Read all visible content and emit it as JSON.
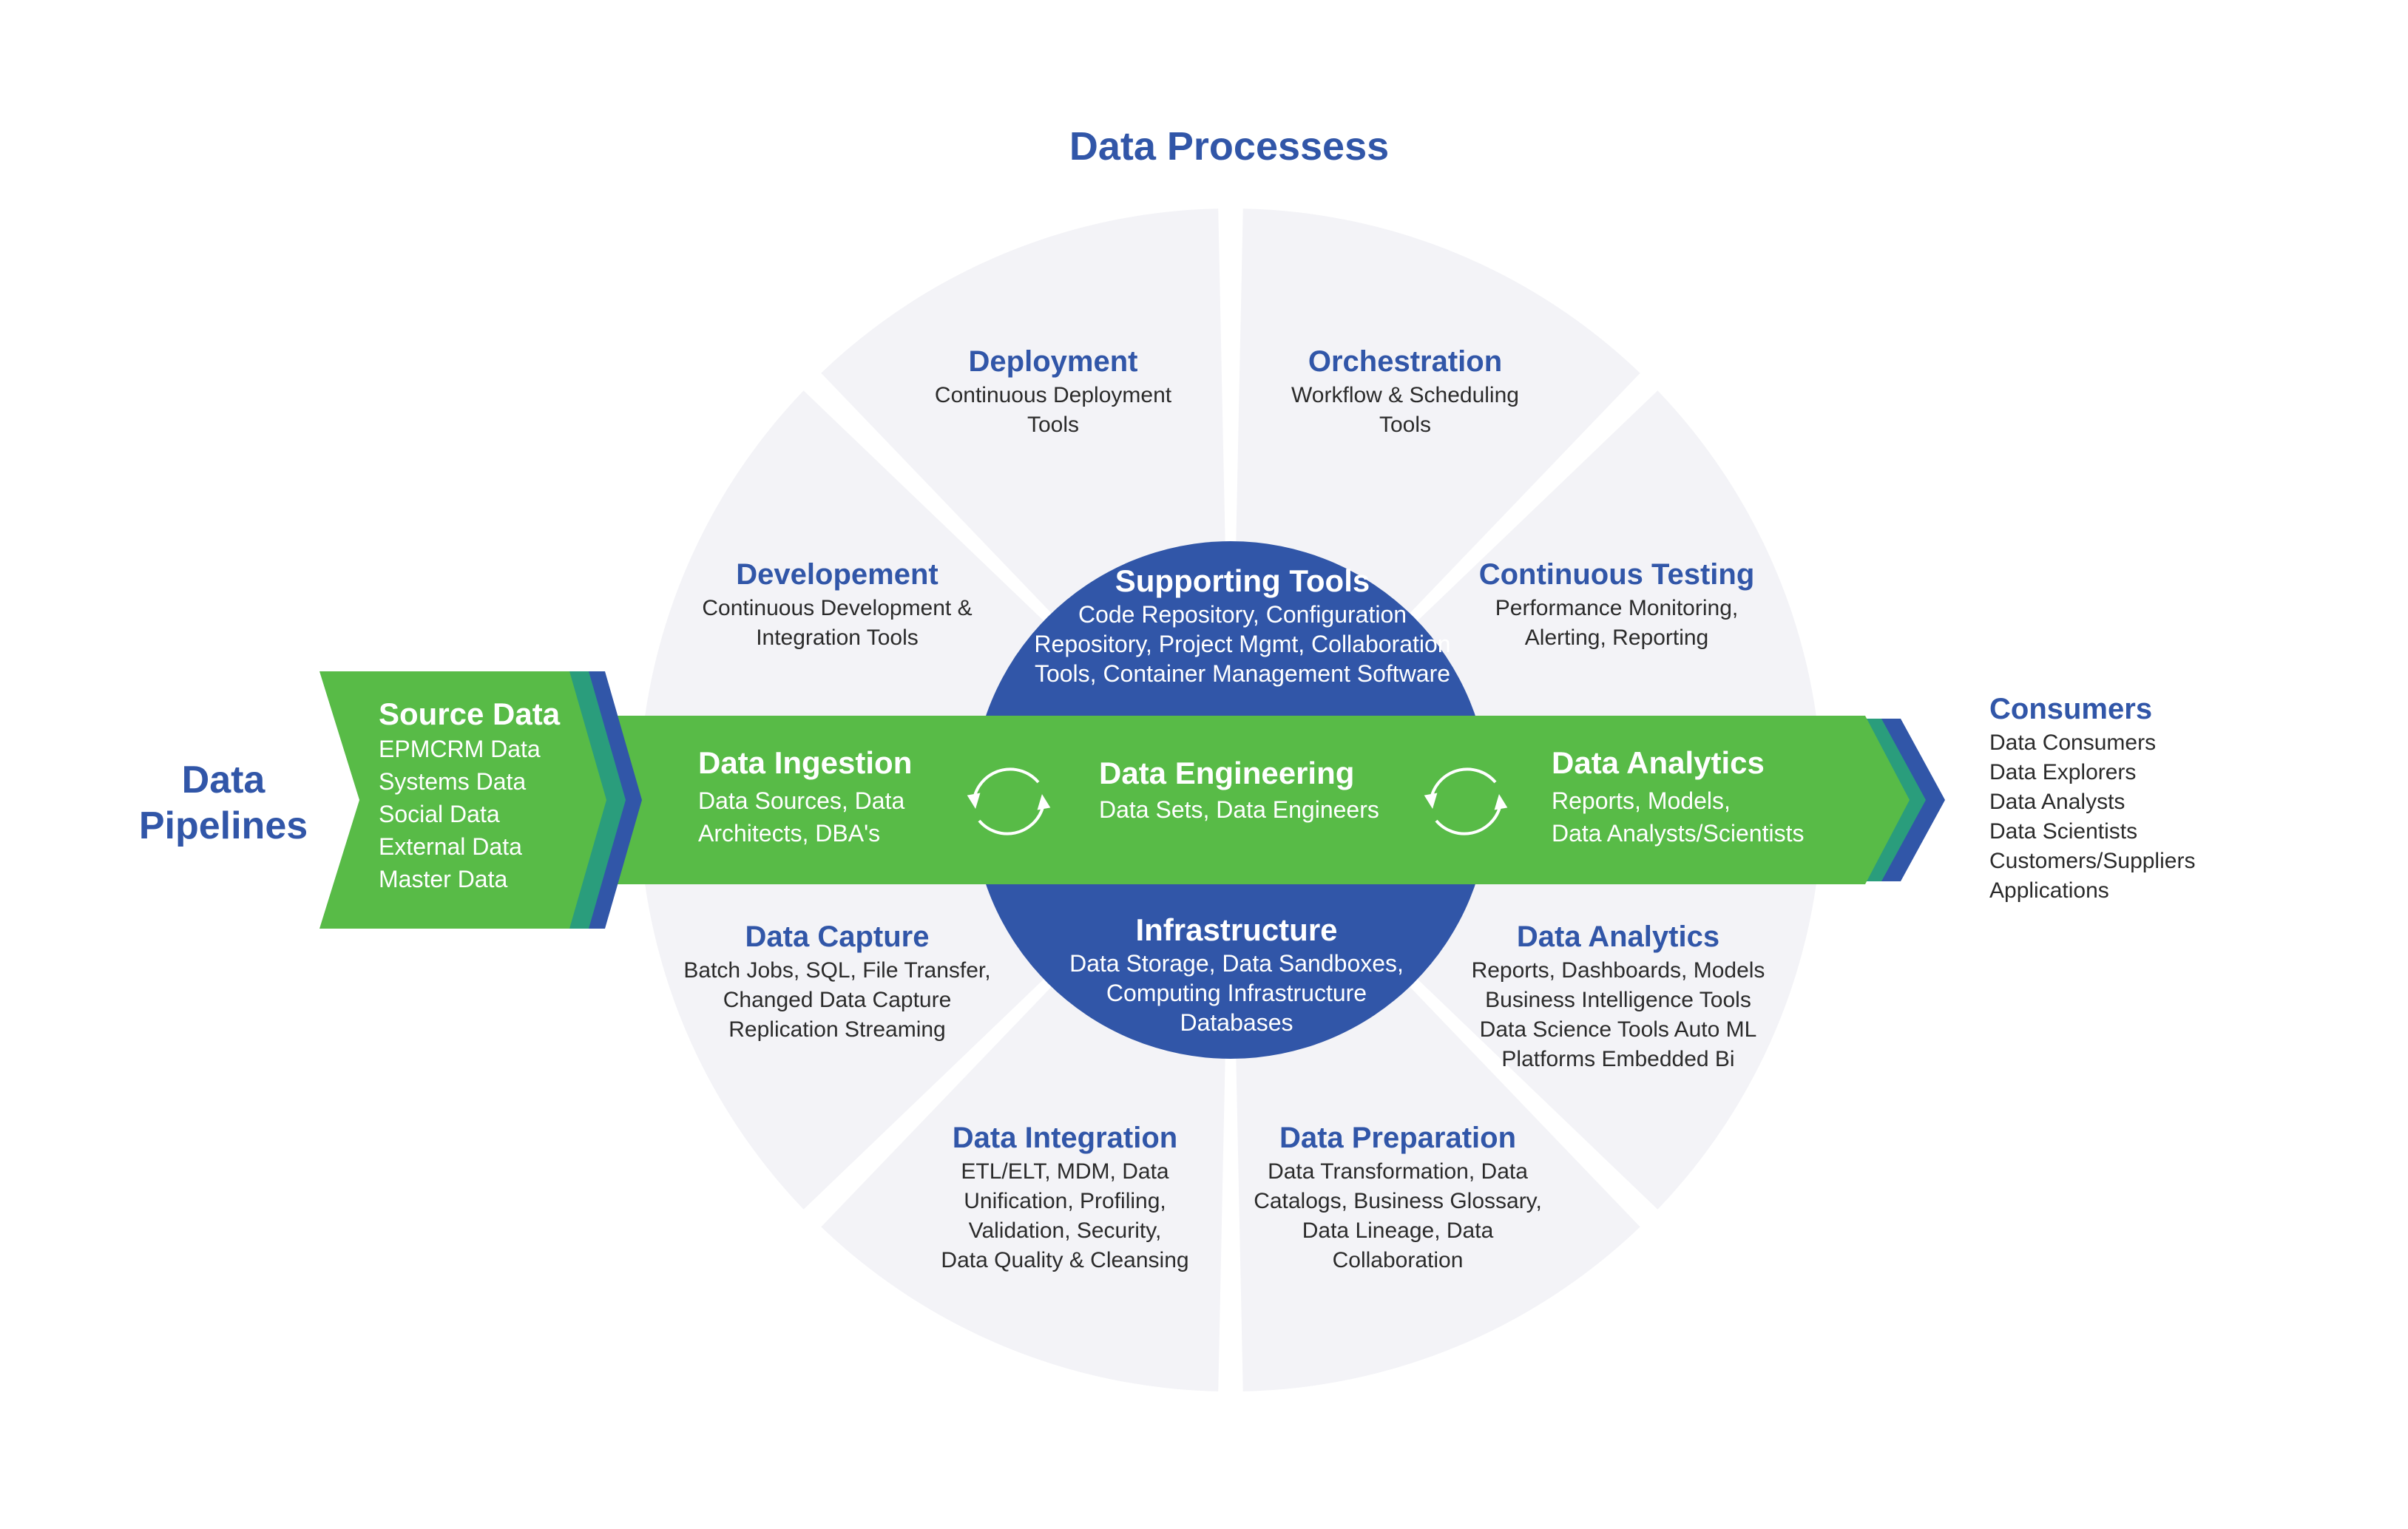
{
  "colors": {
    "brand_blue": "#3156a8",
    "green": "#58bb47",
    "teal": "#2a9d7c",
    "segment_bg": "#f3f3f7",
    "text_dark": "#2b2b2b"
  },
  "top_title": "Data Processess",
  "side_title": [
    "Data",
    "Pipelines"
  ],
  "segments": [
    {
      "title": "Deployment",
      "lines": [
        "Continuous Deployment",
        "Tools"
      ]
    },
    {
      "title": "Orchestration",
      "lines": [
        "Workflow & Scheduling",
        "Tools"
      ]
    },
    {
      "title": "Developement",
      "lines": [
        "Continuous Development &",
        "Integration Tools"
      ]
    },
    {
      "title": "Continuous Testing",
      "lines": [
        "Performance Monitoring,",
        "Alerting, Reporting"
      ]
    },
    {
      "title": "Data Capture",
      "lines": [
        "Batch Jobs, SQL, File Transfer,",
        "Changed Data Capture",
        "Replication Streaming"
      ]
    },
    {
      "title": "Data Analytics",
      "lines": [
        "Reports, Dashboards, Models",
        "Business Intelligence Tools",
        "Data Science Tools Auto ML",
        "Platforms Embedded Bi"
      ]
    },
    {
      "title": "Data Integration",
      "lines": [
        "ETL/ELT, MDM, Data",
        "Unification, Profiling,",
        "Validation, Security,",
        "Data Quality & Cleansing"
      ]
    },
    {
      "title": "Data Preparation",
      "lines": [
        "Data Transformation, Data",
        "Catalogs, Business Glossary,",
        "Data Lineage, Data",
        "Collaboration"
      ]
    }
  ],
  "supporting_tools": {
    "title": "Supporting Tools",
    "lines": [
      "Code Repository, Configuration",
      "Repository, Project Mgmt, Collaboration",
      "Tools, Container Management Software"
    ]
  },
  "infrastructure": {
    "title": "Infrastructure",
    "lines": [
      "Data Storage, Data Sandboxes,",
      "Computing Infrastructure",
      "Databases"
    ]
  },
  "source_data": {
    "title": "Source Data",
    "lines": [
      "EPMCRM Data",
      "Systems Data",
      "Social Data",
      "External Data",
      "Master Data"
    ]
  },
  "pipeline": [
    {
      "title": "Data Ingestion",
      "lines": [
        "Data Sources, Data",
        "Architects, DBA's"
      ]
    },
    {
      "title": "Data Engineering",
      "lines": [
        "Data Sets, Data Engineers"
      ]
    },
    {
      "title": "Data Analytics",
      "lines": [
        "Reports, Models,",
        "Data Analysts/Scientists"
      ]
    }
  ],
  "consumers": {
    "title": "Consumers",
    "lines": [
      "Data Consumers",
      "Data Explorers",
      "Data Analysts",
      "Data Scientists",
      "Customers/Suppliers",
      "Applications"
    ]
  },
  "icons": [
    "cycle-arrows-icon",
    "cycle-arrows-icon"
  ]
}
